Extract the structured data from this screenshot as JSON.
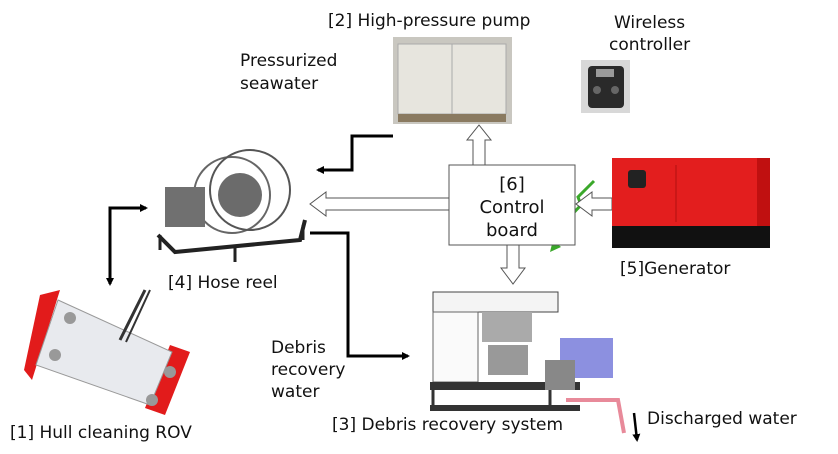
{
  "labels": {
    "pump": "[2] High-pressure pump",
    "wireless_line1": "Wireless",
    "wireless_line2": "controller",
    "pressurized_line1": "Pressurized",
    "pressurized_line2": "seawater",
    "control_line1": "[6]",
    "control_line2": "Control",
    "control_line3": "board",
    "generator": "[5]Generator",
    "hose_reel": "[4] Hose reel",
    "rov": "[1] Hull cleaning ROV",
    "debris_water_line1": "Debris",
    "debris_water_line2": "recovery",
    "debris_water_line3": "water",
    "debris_system": "[3] Debris recovery system",
    "discharged": "Discharged water"
  },
  "colors": {
    "generator": "#e31e1e",
    "rov_float": "#e21b1b",
    "wireless_signal": "#3aa82a",
    "discharge_pipe": "#e88a9a",
    "tank": "#6f74d8"
  }
}
